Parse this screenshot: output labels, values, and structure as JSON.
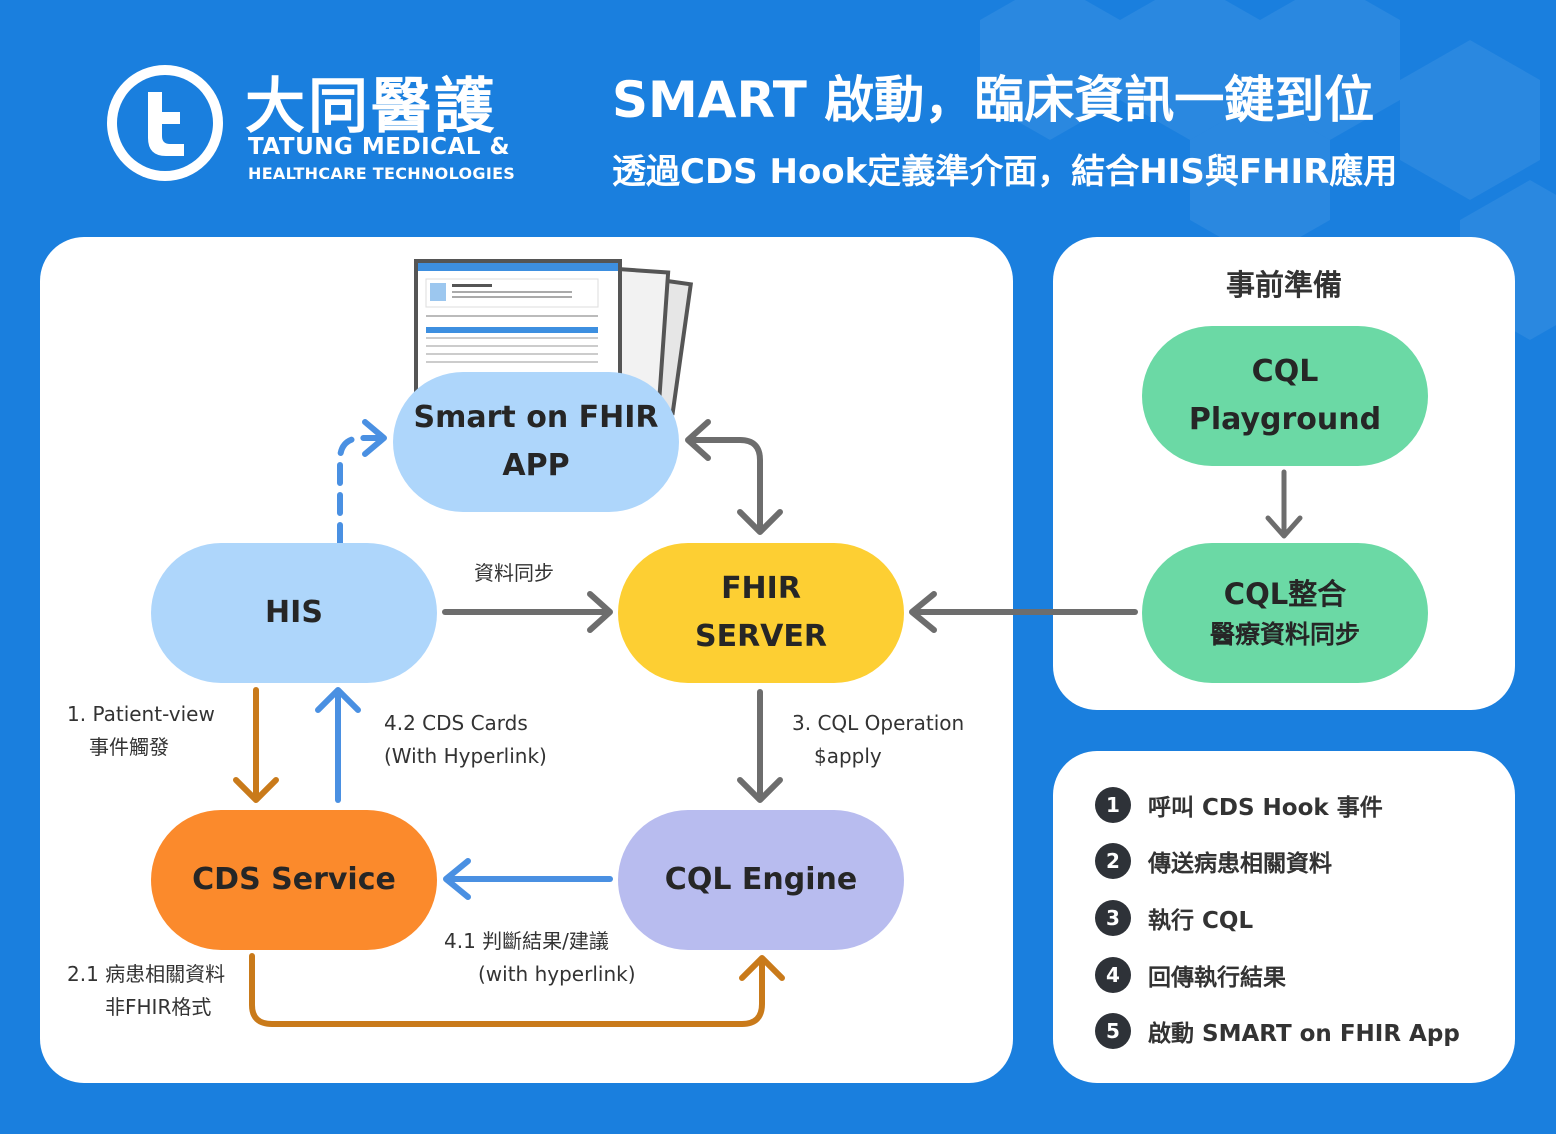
{
  "header": {
    "brand_zh": "大同醫護",
    "brand_en_line1": "TATUNG MEDICAL &",
    "brand_en_line2": "HEALTHCARE TECHNOLOGIES",
    "title": "SMART 啟動，臨床資訊一鍵到位",
    "subtitle": "透過CDS Hook定義準介面，結合HIS與FHIR應用"
  },
  "colors": {
    "background": "#1a7fde",
    "light_blue_node": "#aed6fb",
    "fhir_server": "#fdcf33",
    "cds_service": "#fb8a2c",
    "cql_engine": "#b8bcef",
    "cql_prep": "#6bd9a5",
    "arrow_gray": "#6d6d6d",
    "arrow_blue": "#4a90e2",
    "arrow_orange": "#c97a1a"
  },
  "flow": {
    "smart_app": {
      "line1": "Smart on FHIR",
      "line2": "APP"
    },
    "his": {
      "label": "HIS"
    },
    "fhir_server": {
      "line1": "FHIR",
      "line2": "SERVER"
    },
    "cds_service": {
      "label": "CDS Service"
    },
    "cql_engine": {
      "label": "CQL Engine"
    },
    "labels": {
      "data_sync": "資料同步",
      "step1_line1": "1. Patient-view",
      "step1_line2": "事件觸發",
      "step42_line1": "4.2 CDS Cards",
      "step42_line2": "(With Hyperlink)",
      "step3_line1": "3. CQL Operation",
      "step3_line2": "$apply",
      "step41_line1": "4.1 判斷結果/建議",
      "step41_line2": "(with hyperlink)",
      "step21_line1": "2.1 病患相關資料",
      "step21_line2": "非FHIR格式"
    }
  },
  "preparation": {
    "title": "事前準備",
    "cql_playground": {
      "line1": "CQL",
      "line2": "Playground"
    },
    "cql_integration": {
      "line1": "CQL整合",
      "line2": "醫療資料同步"
    }
  },
  "steps": [
    {
      "num": "1",
      "text": "呼叫 CDS Hook 事件"
    },
    {
      "num": "2",
      "text": "傳送病患相關資料"
    },
    {
      "num": "3",
      "text": "執行 CQL"
    },
    {
      "num": "4",
      "text": "回傳執行結果"
    },
    {
      "num": "5",
      "text": "啟動 SMART on FHIR App"
    }
  ]
}
